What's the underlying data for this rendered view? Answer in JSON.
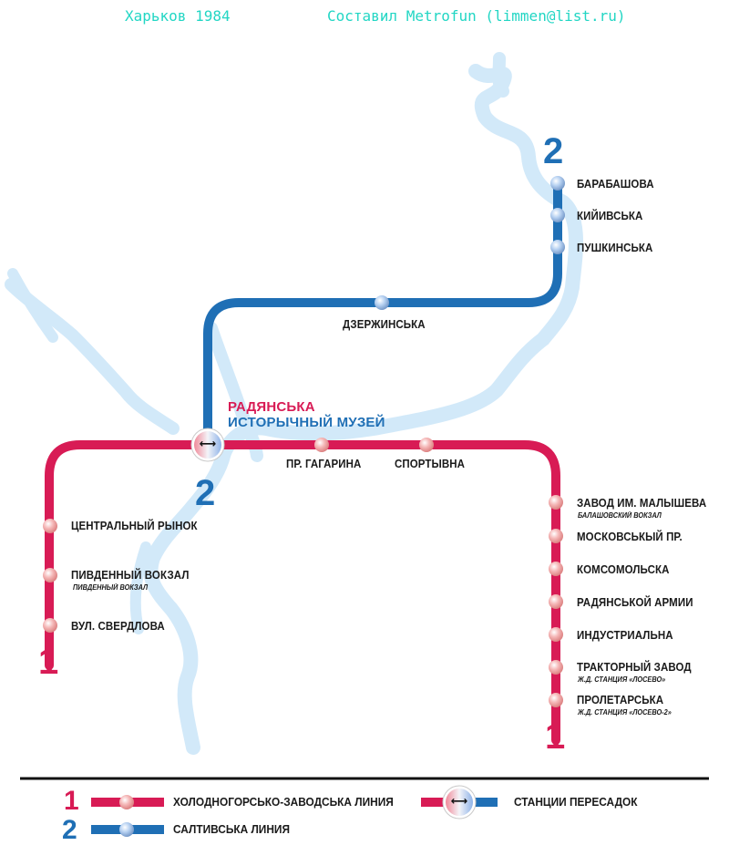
{
  "header": {
    "city_year": "Харьков 1984",
    "author": "Составил Metrofun (limmen@list.ru)"
  },
  "colors": {
    "line1": "#d81b55",
    "line2": "#1f6fb5",
    "river": "#d2e9f9",
    "accent_text": "#22d6c4"
  },
  "lines": {
    "line1": {
      "number": "1"
    },
    "line2": {
      "number": "2"
    }
  },
  "interchange": {
    "name_line1": "РАДЯНСЬКА",
    "name_line2": "ИСТОРЫЧНЫЙ МУЗЕЙ",
    "symbol": "⟷"
  },
  "stations": {
    "line2": [
      "БАРАБАШОВА",
      "КИЙИВСЬКА",
      "ПУШКИНСЬКА",
      "ДЗЕРЖИНСЬКА"
    ],
    "line1_top": [
      "ПР. ГАГАРИНА",
      "СПОРТЫВНА"
    ],
    "line1_left": [
      {
        "name": "ЦЕНТРАЛЬНЫЙ РЫНОК",
        "note": ""
      },
      {
        "name": "ПИВДЕННЫЙ ВОКЗАЛ",
        "note": "ПИВДЕННЫЙ ВОКЗАЛ"
      },
      {
        "name": "ВУЛ. СВЕРДЛОВА",
        "note": ""
      }
    ],
    "line1_right": [
      {
        "name": "ЗАВОД ИМ. МАЛЫШЕВА",
        "note": "БАЛАШОВСКИЙ ВОКЗАЛ"
      },
      {
        "name": "МОСКОВСЬКЫЙ ПР.",
        "note": ""
      },
      {
        "name": "КОМСОМОЛЬСКА",
        "note": ""
      },
      {
        "name": "РАДЯНСЬКОЙ АРМИИ",
        "note": ""
      },
      {
        "name": "ИНДУСТРИАЛЬНА",
        "note": ""
      },
      {
        "name": "ТРАКТОРНЫЙ ЗАВОД",
        "note": "Ж.Д. СТАНЦИЯ «ЛОСЕВО»"
      },
      {
        "name": "ПРОЛЕТАРСЬКА",
        "note": "Ж.Д. СТАНЦИЯ «ЛОСЕВО-2»"
      }
    ]
  },
  "legend": {
    "line1_number": "1",
    "line1_name": "ХОЛОДНОГОРСЬКО-ЗАВОДСЬКА ЛИНИЯ",
    "line2_number": "2",
    "line2_name": "САЛТИВСЬКА ЛИНИЯ",
    "interchange_label": "СТАНЦИИ ПЕРЕСАДОК",
    "interchange_symbol": "⟷"
  }
}
